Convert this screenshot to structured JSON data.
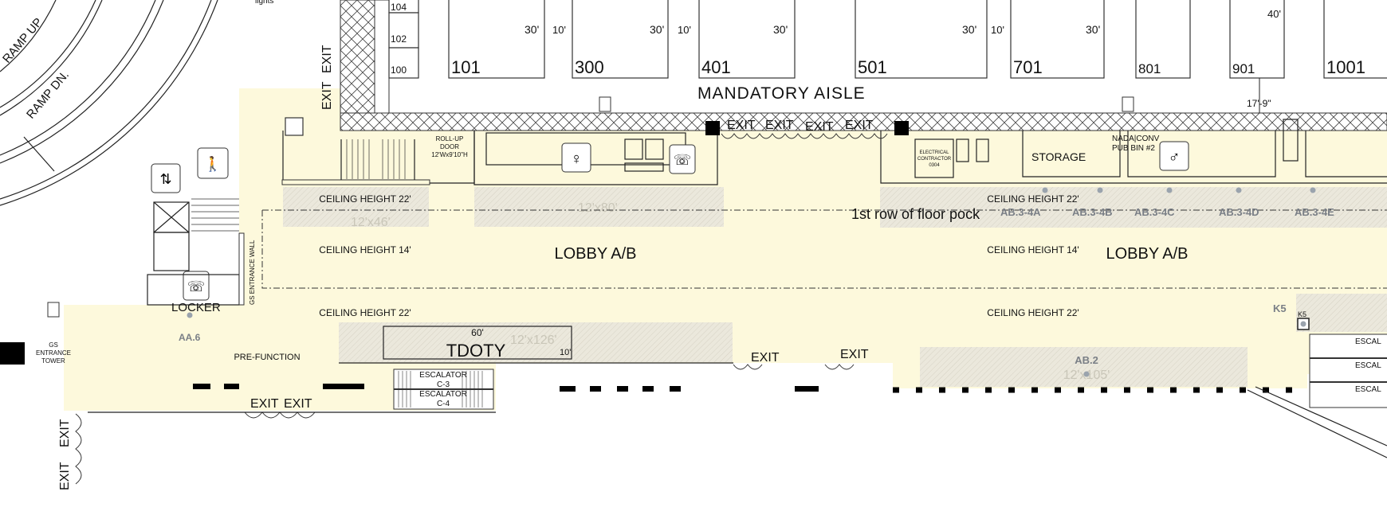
{
  "colors": {
    "lobby_fill": "#fdf9dc",
    "hatch": "#444444",
    "zone_fill": "#ebe8dc",
    "dot": "#9aa3ad"
  },
  "ramp": {
    "up": "RAMP UP",
    "down": "RAMP DN."
  },
  "top_note": "lights",
  "rooms": [
    "104",
    "102",
    "100"
  ],
  "booths": [
    {
      "number": "101",
      "width_label": "30'"
    },
    {
      "number": "300",
      "width_label": "30'"
    },
    {
      "number": "401",
      "width_label": "30'"
    },
    {
      "number": "501",
      "width_label": "30'"
    },
    {
      "number": "701",
      "width_label": "30'"
    },
    {
      "number": "801",
      "width_label": ""
    },
    {
      "number": "901",
      "width_label": "40'"
    },
    {
      "number": "1001",
      "width_label": ""
    }
  ],
  "aisle_gaps": [
    "10'",
    "10'",
    "10'"
  ],
  "aisle": {
    "label": "MANDATORY AISLE",
    "dimension": "17'-9\""
  },
  "exits": {
    "label": "EXIT"
  },
  "rollup_door": {
    "line1": "ROLL-UP",
    "line2": "DOOR",
    "line3": "12'Wx9'10\"H"
  },
  "rooms_north": {
    "electrical": [
      "ELECTRICAL",
      "CONTRACTOR",
      "0304"
    ],
    "storage": "STORAGE",
    "pub_bin": [
      "NADA|CONV",
      "PUB BIN #2"
    ]
  },
  "ceiling": {
    "h22": "CEILING HEIGHT 22'",
    "h14": "CEILING HEIGHT 14'"
  },
  "zones": {
    "z46": "12'x46'",
    "z80": "12'x80'",
    "z126": "12'x126'",
    "z105": "12'x105'"
  },
  "floor_pocket_note": "1st row of floor pock",
  "floor_pockets": [
    "AB.3-4A",
    "AB.3-4B",
    "AB.3-4C",
    "AB.3-4D",
    "AB.3-4E"
  ],
  "lobby": "LOBBY A/B",
  "west": {
    "gs_wall": "GS ENTRANCE WALL",
    "locker": "LOCKER",
    "aa6": "AA.6",
    "tower": [
      "GS",
      "ENTRANCE",
      "TOWER"
    ],
    "prefunction": "PRE-FUNCTION"
  },
  "tdoty": {
    "name": "TDOTY",
    "length": "60'",
    "depth": "10'"
  },
  "escalators": [
    {
      "label": "ESCALATOR",
      "id": "C-3"
    },
    {
      "label": "ESCALATOR",
      "id": "C-4"
    }
  ],
  "east": {
    "ab2": "AB.2",
    "k5": "K5",
    "k5_small": "K5",
    "escalator_label": "ESCAL"
  }
}
